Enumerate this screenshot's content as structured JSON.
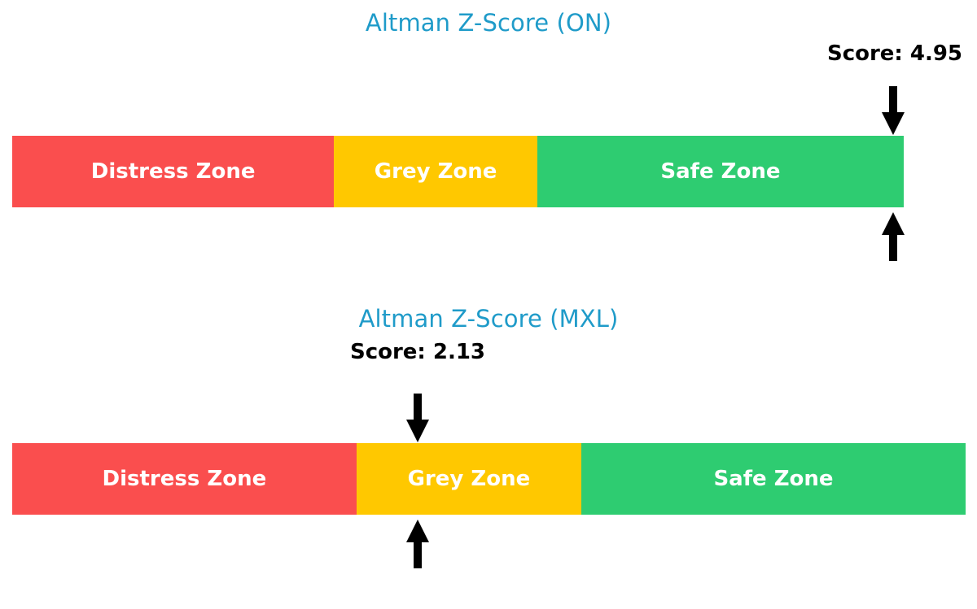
{
  "chart_data": [
    {
      "type": "bar",
      "orientation": "horizontal-stacked",
      "title": "Altman Z-Score (ON)",
      "score_label": "Score: 4.95",
      "score_value": 4.95,
      "marker_position_zone": "Safe Zone",
      "categories": [
        "Distress Zone",
        "Grey Zone",
        "Safe Zone"
      ],
      "values": [
        36.1,
        22.8,
        41.1
      ],
      "colors": [
        "#fa4e4e",
        "#ffc800",
        "#2ecc71"
      ],
      "xlabel": "",
      "ylabel": "",
      "grid": false,
      "legend": "none"
    },
    {
      "type": "bar",
      "orientation": "horizontal-stacked",
      "title": "Altman Z-Score (MXL)",
      "score_label": "Score: 2.13",
      "score_value": 2.13,
      "marker_position_zone": "Grey Zone",
      "categories": [
        "Distress Zone",
        "Grey Zone",
        "Safe Zone"
      ],
      "values": [
        36.1,
        23.6,
        40.3
      ],
      "colors": [
        "#fa4e4e",
        "#ffc800",
        "#2ecc71"
      ],
      "xlabel": "",
      "ylabel": "",
      "grid": false,
      "legend": "none"
    }
  ],
  "panels": {
    "on": {
      "title": "Altman Z-Score (ON)",
      "score": "Score: 4.95",
      "zones": [
        {
          "label": "Distress Zone",
          "color": "#fa4e4e",
          "width_pct": 36.1
        },
        {
          "label": "Grey Zone",
          "color": "#ffc800",
          "width_pct": 22.8
        },
        {
          "label": "Safe Zone",
          "color": "#2ecc71",
          "width_pct": 41.1
        }
      ],
      "marker_down_icon": "arrow-down-icon",
      "marker_up_icon": "arrow-up-icon"
    },
    "mxl": {
      "title": "Altman Z-Score (MXL)",
      "score": "Score: 2.13",
      "zones": [
        {
          "label": "Distress Zone",
          "color": "#fa4e4e",
          "width_pct": 36.1
        },
        {
          "label": "Grey Zone",
          "color": "#ffc800",
          "width_pct": 23.6
        },
        {
          "label": "Safe Zone",
          "color": "#2ecc71",
          "width_pct": 40.3
        }
      ],
      "marker_down_icon": "arrow-down-icon",
      "marker_up_icon": "arrow-up-icon"
    }
  },
  "theme": {
    "title_color": "#1f9bc9",
    "score_color": "#000000",
    "zone_text_color": "#ffffff",
    "marker_color": "#000000",
    "background": "#ffffff"
  }
}
